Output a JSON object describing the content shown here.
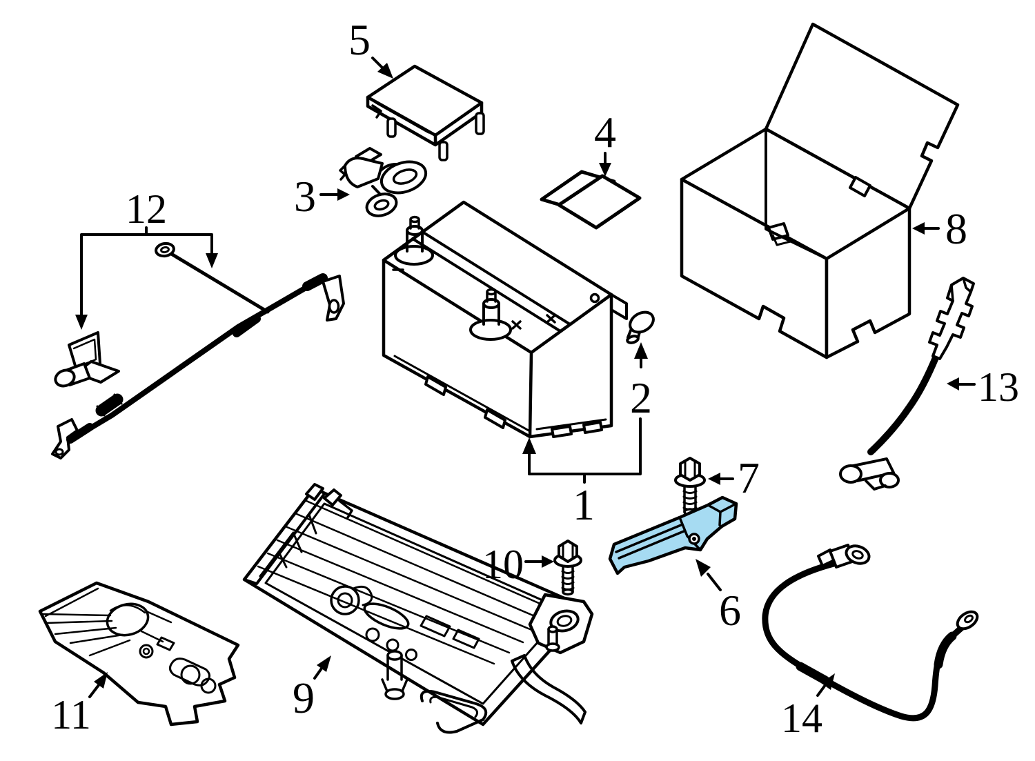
{
  "diagram": {
    "background_color": "#ffffff",
    "line_color": "#000000",
    "highlight_color": "#a6dbf2",
    "highlighted_callout": "6",
    "callouts": [
      {
        "number": "1"
      },
      {
        "number": "2"
      },
      {
        "number": "3"
      },
      {
        "number": "4"
      },
      {
        "number": "5"
      },
      {
        "number": "6",
        "highlighted": true
      },
      {
        "number": "7"
      },
      {
        "number": "8"
      },
      {
        "number": "9"
      },
      {
        "number": "10"
      },
      {
        "number": "11"
      },
      {
        "number": "12"
      },
      {
        "number": "13"
      },
      {
        "number": "14"
      }
    ]
  }
}
